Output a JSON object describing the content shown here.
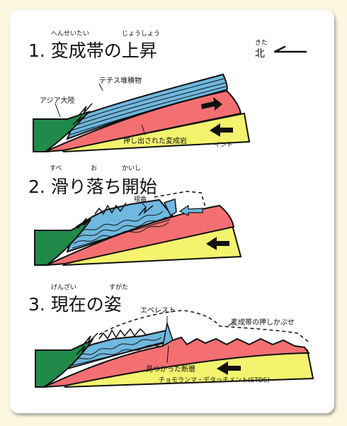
{
  "compass": {
    "ruby": "きた",
    "label": "北"
  },
  "panels": [
    {
      "title": "1. 変成帯の上昇",
      "ruby": [
        {
          "text": "へんせいたい"
        },
        {
          "text": "じょうしょう"
        }
      ],
      "labels": {
        "tethys": "テチス堆積物",
        "asia": "アジア大陸",
        "extruded": "押し出された変成岩",
        "india": "インド"
      }
    },
    {
      "title": "2. 滑り落ち開始",
      "ruby": [
        {
          "text": "すべ"
        },
        {
          "text": "お"
        },
        {
          "text": "かいし"
        }
      ],
      "labels": {
        "fold": "褶曲"
      }
    },
    {
      "title": "3. 現在の姿",
      "ruby": [
        {
          "text": "げんざい"
        },
        {
          "text": "すがた"
        }
      ],
      "labels": {
        "everest": "エベレスト",
        "nappe": "変成帯の押しかぶせ",
        "fault": "見つかった断層",
        "stds": "チョモランマ・デタッチメント(STDS)"
      }
    }
  ]
}
